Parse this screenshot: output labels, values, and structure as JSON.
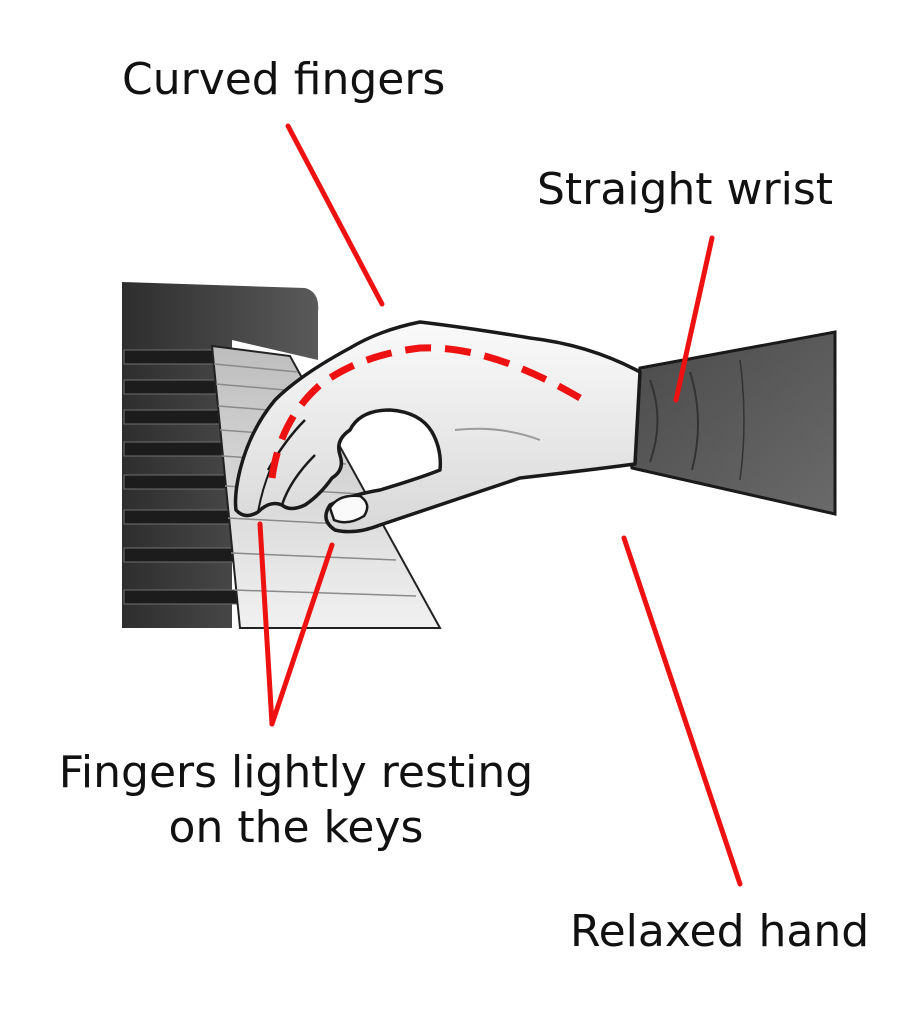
{
  "labels": {
    "curved_fingers": "Curved fingers",
    "straight_wrist": "Straight wrist",
    "fingers_resting_line1": "Fingers lightly resting",
    "fingers_resting_line2": "on the keys",
    "relaxed_hand": "Relaxed hand"
  },
  "colors": {
    "pointer": "#ee1111",
    "skin": "#f2f2f2",
    "sleeve": "#555555",
    "piano_body": "#3a3a3a",
    "white_key": "#e6e6e6",
    "black_key": "#1c1c1c"
  }
}
